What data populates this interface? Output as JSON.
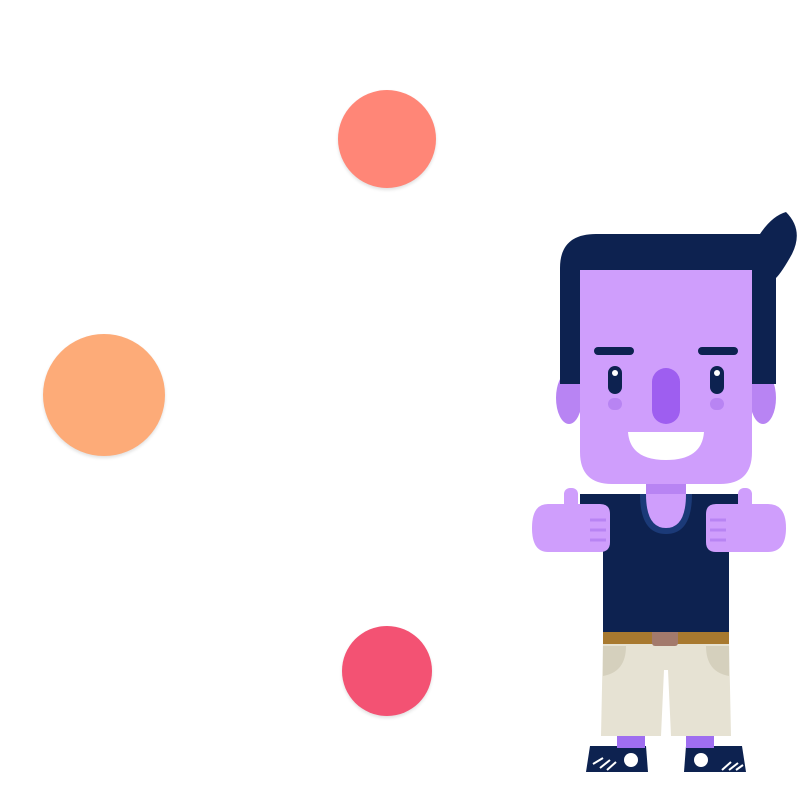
{
  "palette": {
    "background": "#ffffff",
    "dot_top": "#ff8677",
    "dot_left": "#fdab78",
    "dot_bottom": "#f35273",
    "skin": "#cf9efc",
    "skin_shade": "#b884f3",
    "nose": "#9e5ef0",
    "hair": "#0d2250",
    "shirt": "#0d2250",
    "belt": "#a8792f",
    "buckle": "#a37a6c",
    "pants": "#e6e2d3",
    "pants_shade": "#d5d0bd",
    "sock": "#9f6ef0",
    "shoe": "#0d2250",
    "sole": "#ffffff"
  },
  "illustration": {
    "dots": [
      {
        "name": "coral-dot",
        "color_key": "dot_top"
      },
      {
        "name": "peach-dot",
        "color_key": "dot_left"
      },
      {
        "name": "pink-dot",
        "color_key": "dot_bottom"
      }
    ],
    "character": {
      "pose": "thumbs-up",
      "expression": "smiling"
    }
  }
}
